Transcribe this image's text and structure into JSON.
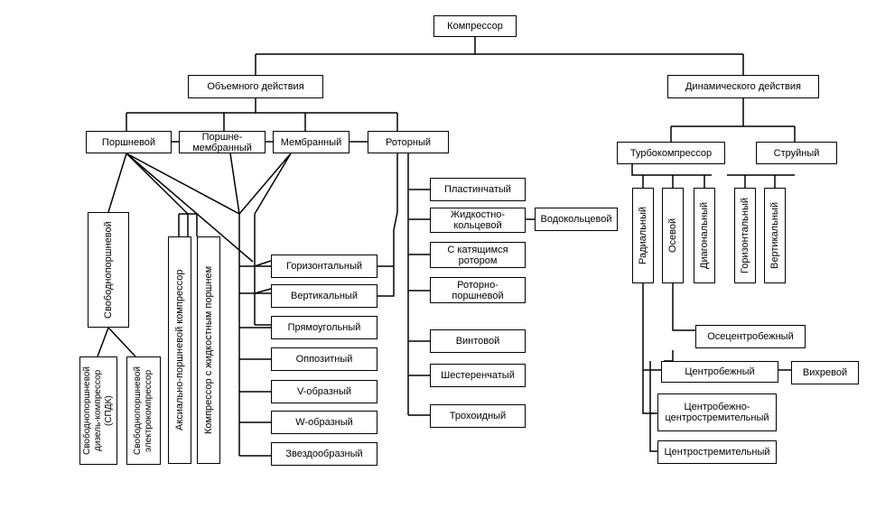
{
  "nodes": {
    "kompressor": "Компрессор",
    "obemnogo": "Объемного действия",
    "dinamicheskogo": "Динамического действия",
    "porshnevoy": "Поршневой",
    "porshne_membranny": "Поршне-\nмембранный",
    "membranny": "Мембранный",
    "rotorny": "Роторный",
    "turbokompressor": "Турбокомпрессор",
    "struyny": "Струйный",
    "svobodnoporshnevoy": "Свободнопоршневой",
    "sdk": "Свободнопоршневой\nдизель-компрессор\n(СПДК)",
    "elektrokompressor": "Свободнопоршневой\nэлектрокомпрессор",
    "aksialno": "Аксиально-поршневой компрессор",
    "zhidkostnym": "Компрессор с жидкостным поршнем",
    "gorizontalny": "Горизонтальный",
    "vertikalny": "Вертикальный",
    "pryamougolny": "Прямоугольный",
    "oppozitny": "Оппозитный",
    "v_obrazny": "V-образный",
    "w_obrazny": "W-образный",
    "zvezdoobrazny": "Звездообразный",
    "plastinchaty": "Пластинчатый",
    "zhidkostno_koltsevoy": "Жидкостно-\nкольцевой",
    "vodokoltsevoy": "Водокольцевой",
    "katyashchimsya": "С катящимся\nротором",
    "rotorno_porshnevoy": "Роторно-\nпоршневой",
    "vintovoy": "Винтовой",
    "shesterenchaty": "Шестеренчатый",
    "trokhoidny": "Трохоидный",
    "radialny": "Радиальный",
    "osevoy": "Осевой",
    "diagonalny": "Диагональный",
    "gorizontalny2": "Горизонтальный",
    "vertikalny2": "Вертикальный",
    "osetsentrobezhny": "Осецентробежный",
    "tsentrobezhny": "Центробежный",
    "vikhrevoy": "Вихревой",
    "tsentrobezhno_tsentrostremitelny": "Центробежно-\nцентростремительный",
    "tsentrostremitelny": "Центростремительный"
  }
}
